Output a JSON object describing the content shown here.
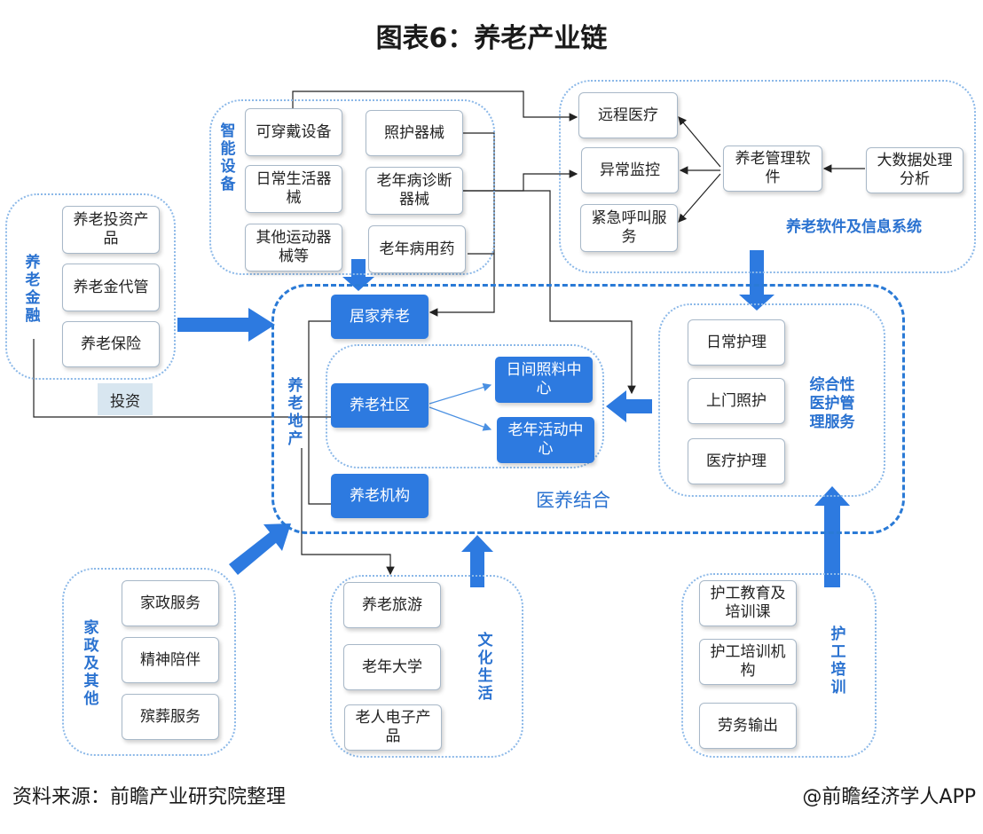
{
  "title": "图表6：养老产业链",
  "source": "资料来源：前瞻产业研究院整理",
  "credit": "@前瞻经济学人APP",
  "colors": {
    "accent": "#2d7ae0",
    "label": "#2a72d0",
    "dotted_border": "#8bb8e8"
  },
  "smart_devices": {
    "label": "智能设备",
    "items": [
      "可穿戴设备",
      "照护器械",
      "日常生活器械",
      "老年病诊断器械",
      "其他运动器械等",
      "老年病用药"
    ]
  },
  "software": {
    "label": "养老软件及信息系统",
    "items": [
      "远程医疗",
      "异常监控",
      "紧急呼叫服务"
    ],
    "management": "养老管理软件",
    "bigdata": "大数据处理分析"
  },
  "finance": {
    "label": "养老金融",
    "items": [
      "养老投资产品",
      "养老金代管",
      "养老保险"
    ],
    "invest": "投资"
  },
  "real_estate": {
    "label": "养老地产",
    "home": "居家养老",
    "community": "养老社区",
    "institution": "养老机构",
    "day_care": "日间照料中心",
    "activity": "老年活动中心"
  },
  "medical_care": {
    "label": "综合性医护管理服务",
    "items": [
      "日常护理",
      "上门照护",
      "医疗护理"
    ]
  },
  "integration": "医养结合",
  "household": {
    "label": "家政及其他",
    "items": [
      "家政服务",
      "精神陪伴",
      "殡葬服务"
    ]
  },
  "culture": {
    "label": "文化生活",
    "items": [
      "养老旅游",
      "老年大学",
      "老人电子产品"
    ]
  },
  "training": {
    "label": "护工培训",
    "items": [
      "护工教育及培训课",
      "护工培训机构",
      "劳务输出"
    ]
  }
}
